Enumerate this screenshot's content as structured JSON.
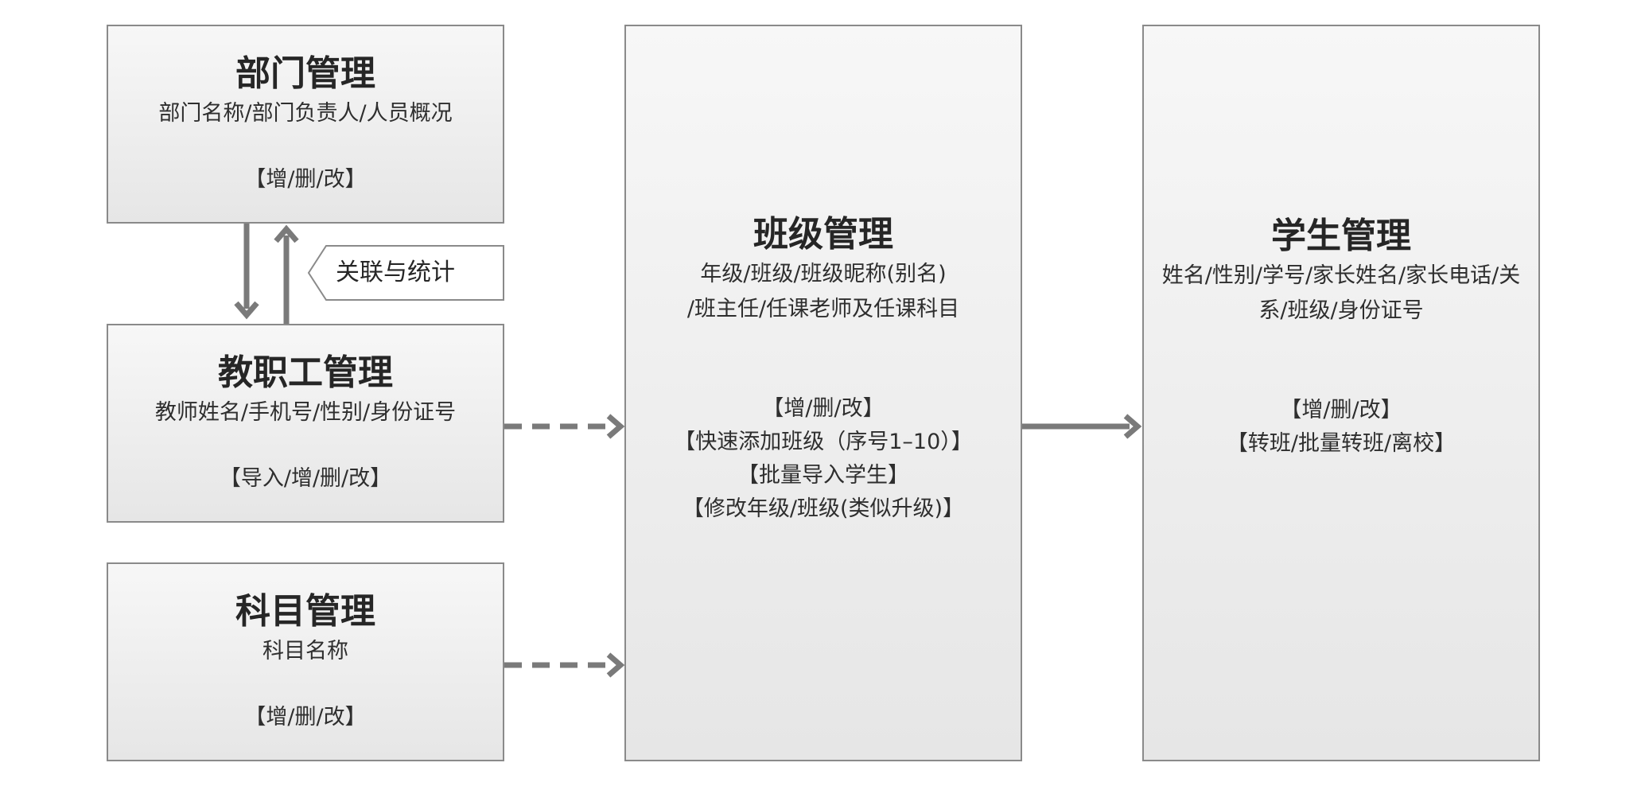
{
  "nodes": {
    "dept": {
      "title": "部门管理",
      "desc": "部门名称/部门负责人/人员概况",
      "ops": [
        "【增/删/改】"
      ]
    },
    "staff": {
      "title": "教职工管理",
      "desc": "教师姓名/手机号/性别/身份证号",
      "ops": [
        "【导入/增/删/改】"
      ]
    },
    "subject": {
      "title": "科目管理",
      "desc": "科目名称",
      "ops": [
        "【增/删/改】"
      ]
    },
    "class": {
      "title": "班级管理",
      "desc": [
        "年级/班级/班级昵称(别名)",
        "/班主任/任课老师及任课科目"
      ],
      "ops": [
        "【增/删/改】",
        "【快速添加班级（序号1–10）】",
        "【批量导入学生】",
        "【修改年级/班级(类似升级)】"
      ]
    },
    "student": {
      "title": "学生管理",
      "desc": "姓名/性别/学号/家长姓名/家长电话/关系/班级/身份证号",
      "ops": [
        "【增/删/改】",
        "【转班/批量转班/离校】"
      ]
    }
  },
  "edges": {
    "dept_staff_label": "关联与统计"
  },
  "colors": {
    "box_border": "#8a8a8a",
    "box_fill_top": "#f7f7f7",
    "box_fill_bottom": "#e6e6e6",
    "arrow": "#7a7a7a"
  }
}
